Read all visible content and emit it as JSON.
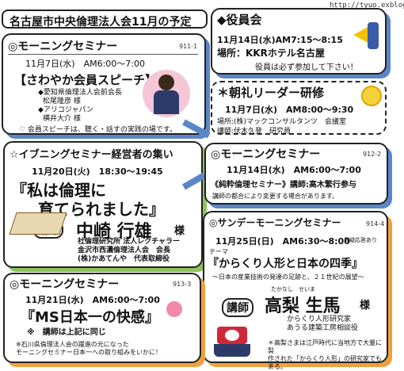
{
  "site_url": "http://tyuo.exblog.jp",
  "header_title": "名古屋市中央倫理法人会11月の予定",
  "box1": {
    "title": "◎モーニングセミナー",
    "code": "911-1",
    "date": "11月7日(水)　AM6:00～7:00",
    "headline": "【さわやか会員スピーチ】",
    "speakers": [
      "◆愛知県倫理法人会前会長",
      "松尾隆彦 様",
      "◆アリコジャパン",
      "横井大介 様"
    ],
    "note": "♡ 会員スピーチは、聴く・話すの実践の場です。"
  },
  "officers": {
    "title": "◆役員会",
    "date": "11月14日(水)AM7:15～8:15",
    "place": "場所：KKRホテル名古屋",
    "note": "役員は必ず参加して下さい！"
  },
  "chorei": {
    "title": "＊朝礼リーダー研修",
    "date": "11月7日(水)　AM8:00～9:30",
    "place": "場所:(株)マックコンサルタンツ　会議室",
    "lecturer": "講師:伏木久登　研究員"
  },
  "evening": {
    "title": "☆イブニングセミナー経営者の集い",
    "date": "11月20日(火)　18:30～19:45",
    "headline1": "『私は倫理に",
    "headline2": "育てられました』",
    "lecturer_label": "講師",
    "lecturer_name": "中崎 行雄",
    "honorific": "様",
    "affil1": "社倫理研究所 法人レクチャラー",
    "affil2": "金沢市西濃倫理法人会　会長",
    "affil3": "(株)かあてんや　代表取締役"
  },
  "morning2": {
    "title": "◎モーニングセミナー",
    "code": "912-2",
    "date": "11月14日(水)　AM6:00～7:00",
    "headline": "《純粋倫理セミナー》講師:高木繁行参与",
    "note": "講師の都合により変更する場合があります。"
  },
  "sunday": {
    "title": "◎サンデーモーニングセミナー",
    "code": "914-4",
    "date": "11月25日(日)　AM6:30～8:00",
    "date_note": "質疑応答あり",
    "theme_label": "テーマ",
    "headline": "『からくり人形と日本の四季』",
    "sub": "～日本の産業技術の発達の足跡と、２１世紀の展望～",
    "lecturer_label": "講師",
    "lecturer_name": "高梨 生馬",
    "ruby": "たかなし　せいま",
    "honorific": "様",
    "affil1": "からくり人形研究家",
    "affil2": "あうる建築工房相談役",
    "note1": "＊高梨さまは江戸時代に当地方で大量に製",
    "note2": "作された「からくり人形」の研究家でもある。"
  },
  "morning3": {
    "title": "◎モーニングセミナー",
    "code": "913-3",
    "date": "11月21日(水)　AM6:00～7:00",
    "headline": "『MS日本一の快感』",
    "sub": "※　講師は上記に同じ",
    "note1": "※石川県倫理法人会の躍進の元になった",
    "note2": "モーニングセミナー日本一への取り組みをいかに！"
  },
  "colors": {
    "blue": "#5a86c8",
    "green": "#8cc35a",
    "orange": "#f0a040",
    "red": "#d0283a"
  }
}
